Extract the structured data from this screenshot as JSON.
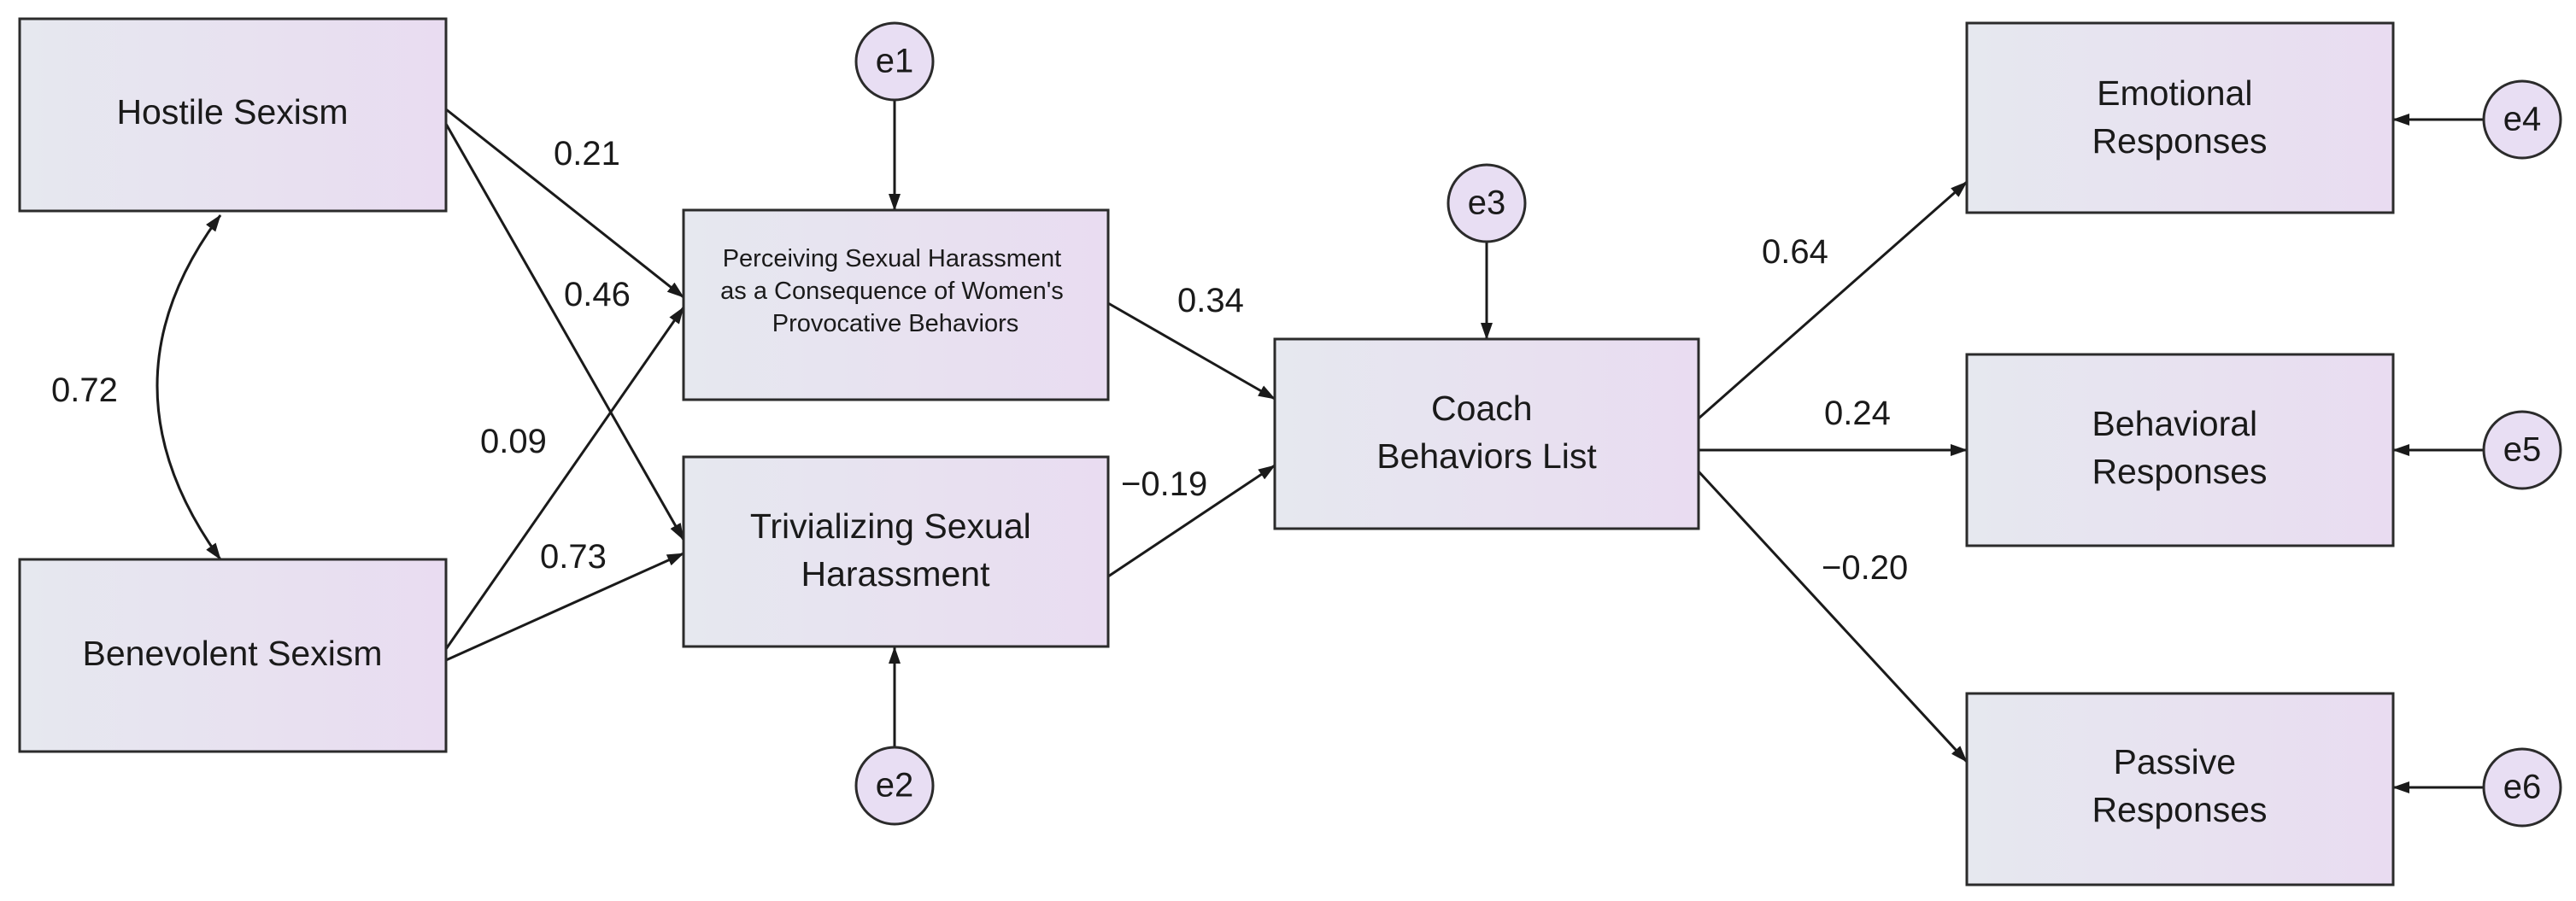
{
  "colors": {
    "box_fill_left": "#e6e8ef",
    "box_fill_right": "#e9dcf1",
    "error_fill": "#e8def3",
    "stroke": "#2b2b2b",
    "text": "#1a1a1a"
  },
  "nodes": {
    "hostile": {
      "lines": [
        "Hostile Sexism"
      ]
    },
    "benevolent": {
      "lines": [
        "Benevolent Sexism"
      ]
    },
    "perceiving": {
      "lines": [
        "Perceiving Sexual Harassment",
        "as a Consequence of Women's",
        "Provocative Behaviors"
      ]
    },
    "trivializing": {
      "lines": [
        "Trivializing Sexual",
        "Harassment"
      ]
    },
    "coach": {
      "lines": [
        "Coach",
        "Behaviors List"
      ]
    },
    "emotional": {
      "lines": [
        "Emotional",
        "Responses"
      ]
    },
    "behavioral": {
      "lines": [
        "Behavioral",
        "Responses"
      ]
    },
    "passive": {
      "lines": [
        "Passive",
        "Responses"
      ]
    }
  },
  "errors": {
    "e1": "e1",
    "e2": "e2",
    "e3": "e3",
    "e4": "e4",
    "e5": "e5",
    "e6": "e6"
  },
  "coefficients": {
    "hs_bs": "0.72",
    "hs_perc": "0.21",
    "hs_triv": "0.46",
    "bs_perc": "0.09",
    "bs_triv": "0.73",
    "perc_coach": "0.34",
    "triv_coach": "−0.19",
    "coach_emot": "0.64",
    "coach_behav": "0.24",
    "coach_pass": "−0.20"
  }
}
